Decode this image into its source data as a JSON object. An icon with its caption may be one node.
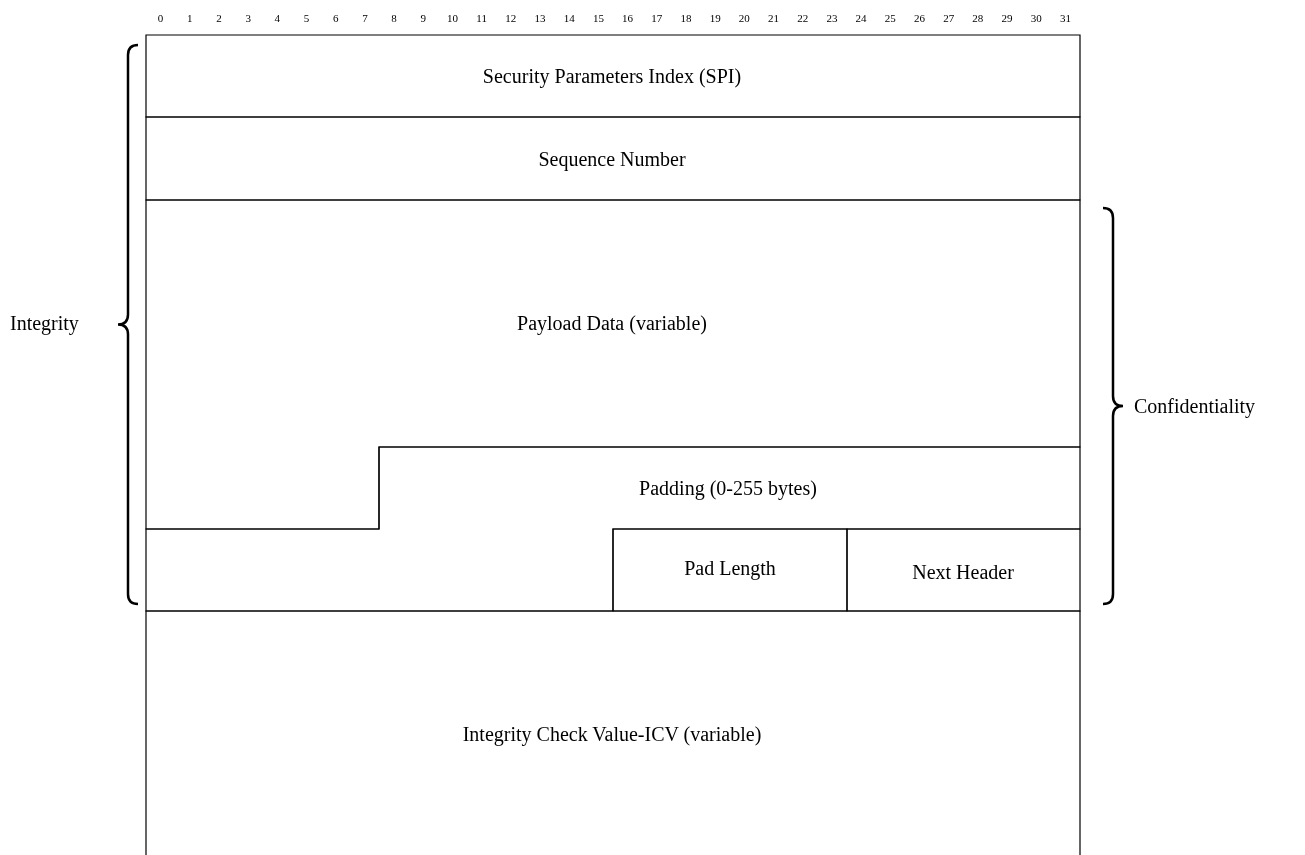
{
  "diagram": {
    "nodes": [
      {
        "text": [
          "Security Parameters Index (SPI)"
        ]
      },
      {
        "text": [
          "Sequence Number"
        ]
      },
      {
        "text": [
          "Payload Data (variable)"
        ]
      },
      {
        "text": [
          "Padding (0-255 bytes)"
        ]
      },
      {
        "text": [
          "Pad Length"
        ]
      },
      {
        "text": [
          "Next Header"
        ]
      },
      {
        "text": [
          "Integrity Check Value-ICV (variable)"
        ]
      }
    ],
    "labels": [
      "0",
      "1",
      "2",
      "3",
      "4",
      "5",
      "6",
      "7",
      "8",
      "9",
      "10",
      "11",
      "12",
      "13",
      "14",
      "15",
      "16",
      "17",
      "18",
      "19",
      "20",
      "21",
      "22",
      "23",
      "24",
      "25",
      "26",
      "27",
      "28",
      "29",
      "30",
      "31",
      "Integrity",
      "Confidentiality"
    ]
  }
}
